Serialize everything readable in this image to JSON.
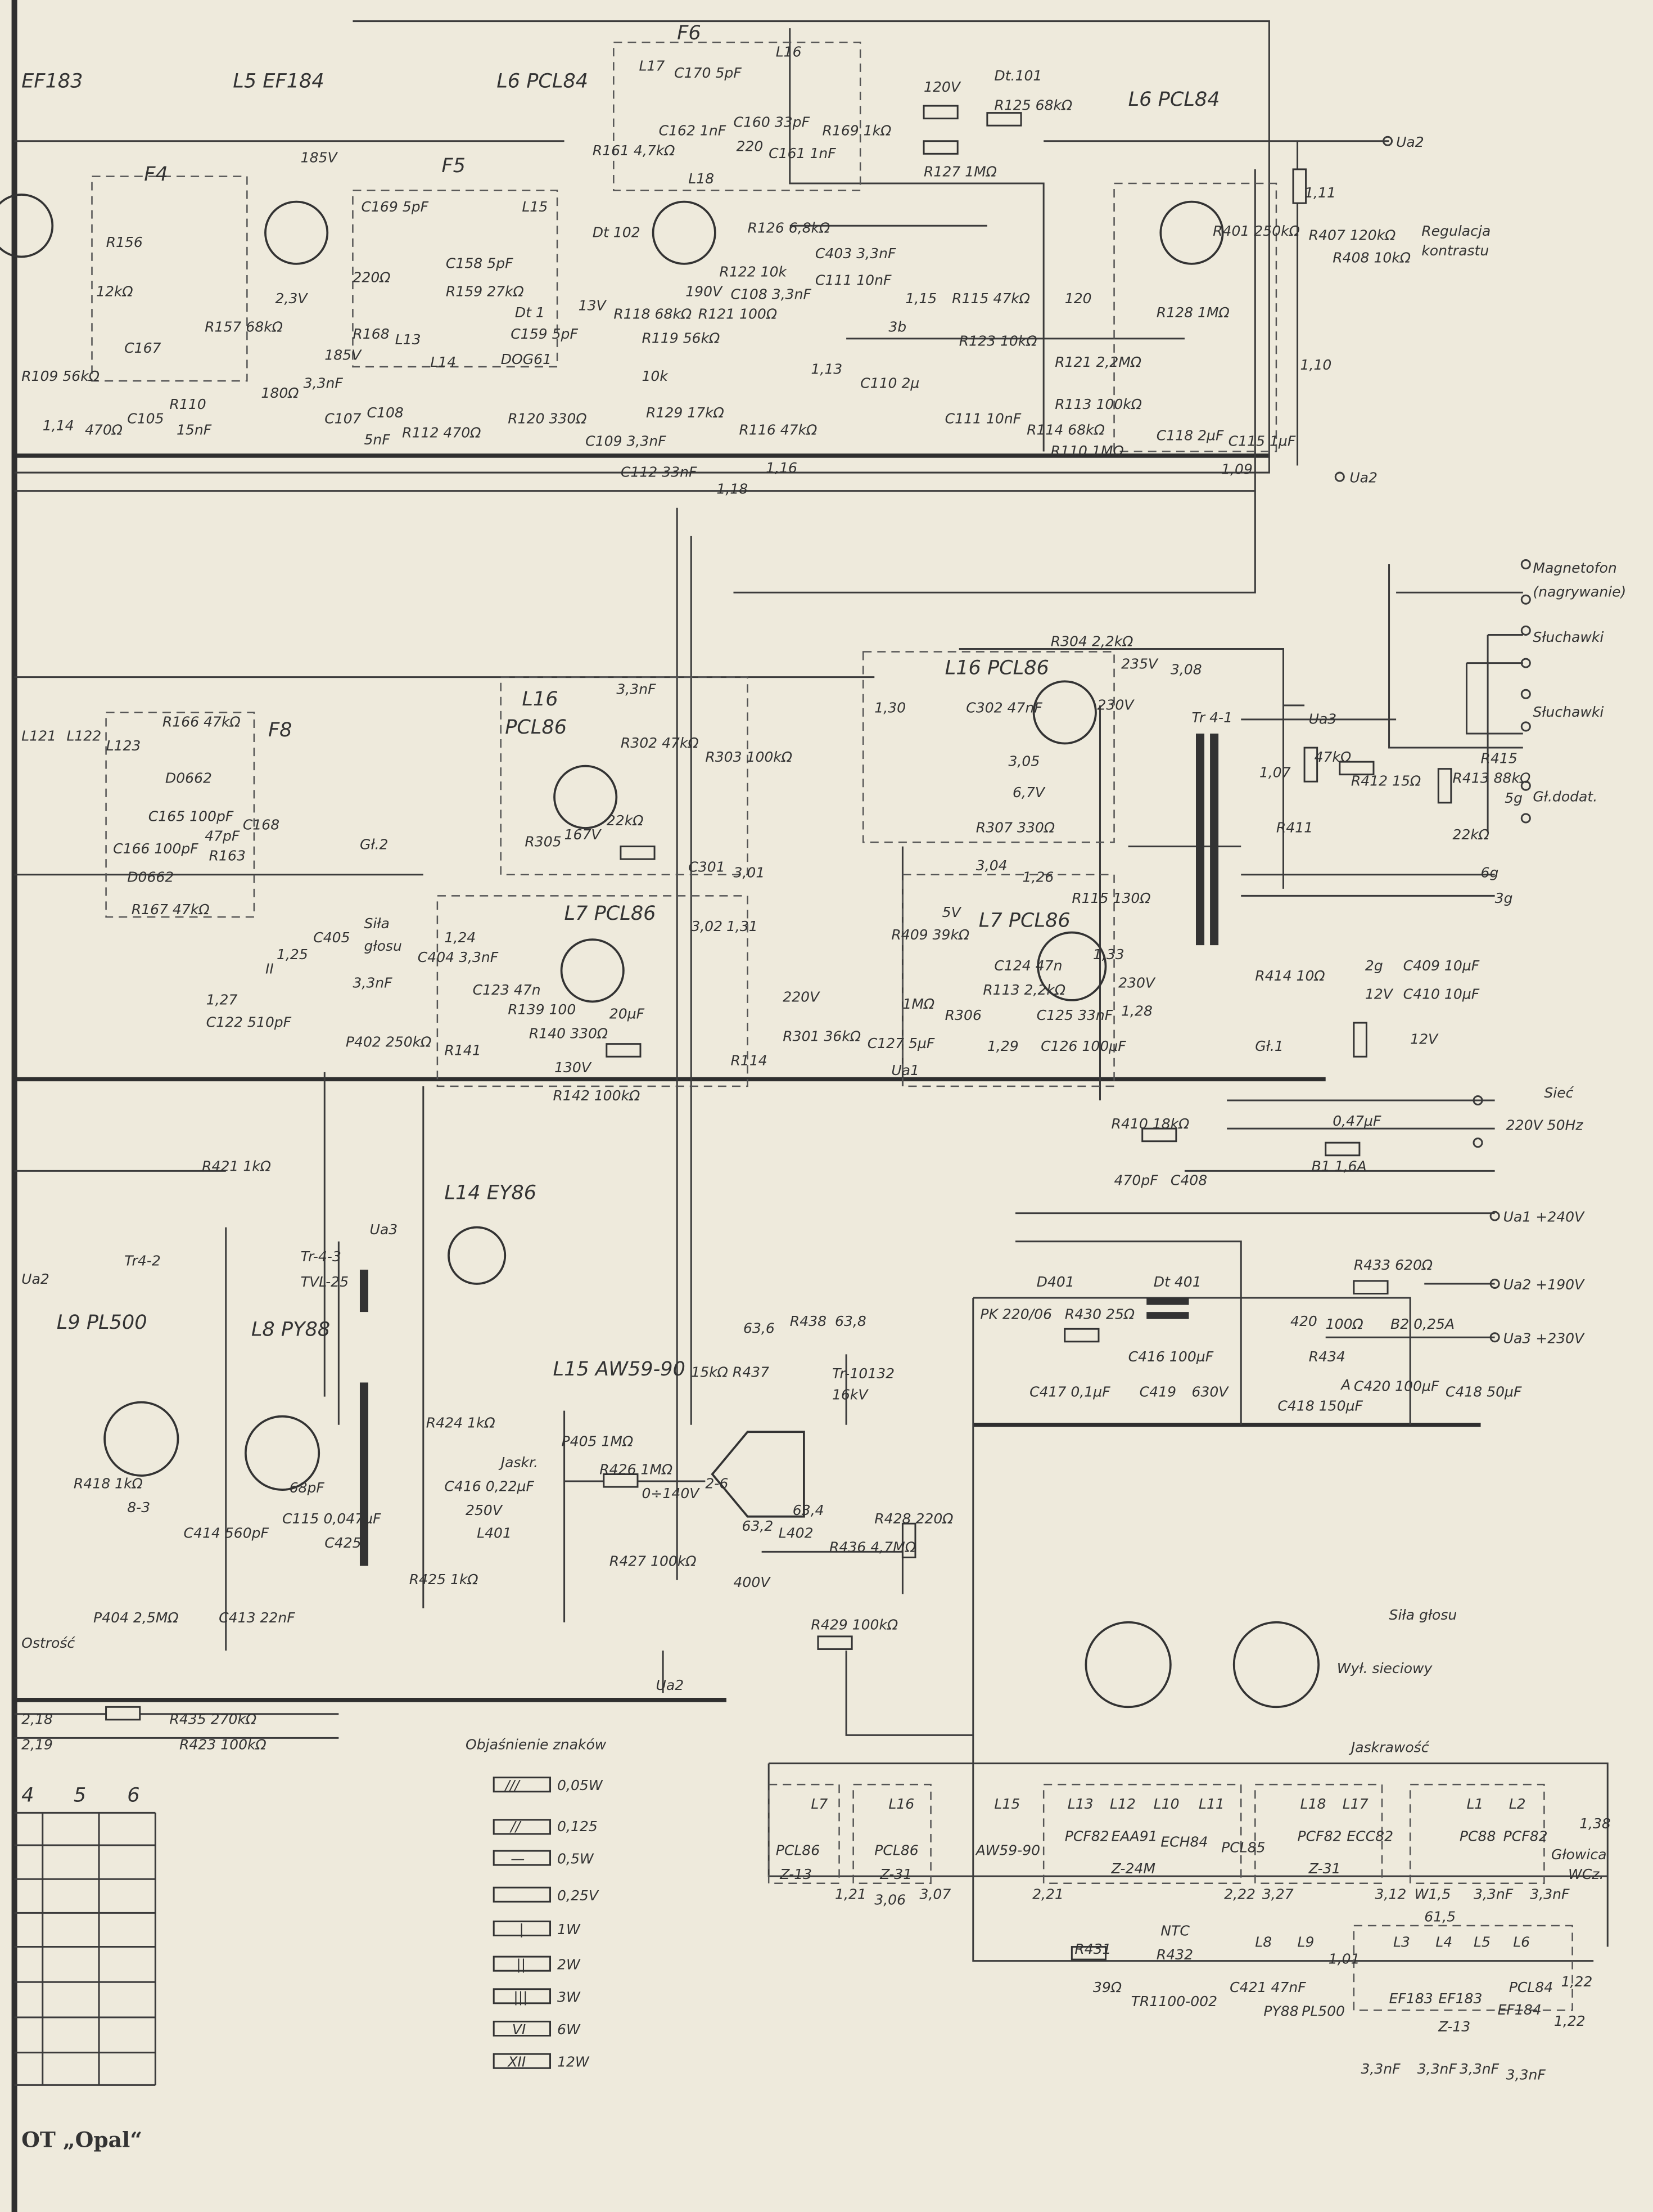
{
  "tubes": {
    "ef183_top": "EF183",
    "l5": "L5 EF184",
    "l6a": "L6 PCL84",
    "l6b": "L6 PCL84",
    "l16a": "L16 PCL86",
    "l16b_1": "L16",
    "l16b_2": "PCL86",
    "l7a": "L7 PCL86",
    "l7b": "L7 PCL86",
    "l14": "L14 EY86",
    "l9": "L9 PL500",
    "l8": "L8 PY88",
    "l15": "L15 AW59-90"
  },
  "filters": {
    "f4": "F4",
    "f5": "F5",
    "f6": "F6",
    "f8": "F8"
  },
  "transformers": {
    "tr41": "Tr 4-1",
    "tr42": "Tr4-2",
    "tr43_1": "Tr-4-3",
    "tr43_2": "TVL-25",
    "tr10132_1": "Tr-10132",
    "tr10132_2": "16kV",
    "d401": "D401",
    "dt401": "Dt 401",
    "dt101": "Dt.101",
    "dt102": "Dt 102",
    "dt1": "Dt 1"
  },
  "components": [
    "185V",
    "2,3V",
    "180Ω",
    "185V",
    "R156",
    "R157 68kΩ",
    "12kΩ",
    "C167",
    "C105",
    "15nF",
    "R110",
    "470Ω",
    "C169 5pF",
    "220Ω",
    "R168",
    "L13",
    "L14",
    "L15",
    "C158 5pF",
    "R159 27kΩ",
    "C159 5pF",
    "DOG61",
    "R112 470Ω",
    "C107",
    "C108",
    "5nF",
    "3,3nF",
    "R161 4,7kΩ",
    "L17",
    "C170 5pF",
    "L16",
    "C160 33pF",
    "220",
    "R169 1kΩ",
    "C161 1nF",
    "C162 1nF",
    "L18",
    "120V",
    "R125 68kΩ",
    "R127 1MΩ",
    "R126 6,8kΩ",
    "190V",
    "13V",
    "R118 68kΩ",
    "R119 56kΩ",
    "R121 100Ω",
    "R122 10k",
    "10k",
    "R120 330Ω",
    "C109 3,3nF",
    "C111 10nF",
    "C403 3,3nF",
    "C108 3,3nF",
    "1,15",
    "3b",
    "1,13",
    "C110 2µ",
    "R115 47kΩ",
    "R123 10kΩ",
    "C111 10nF",
    "R114 68kΩ",
    "R116 47kΩ",
    "R129 17kΩ",
    "C112 33nF",
    "1,16",
    "1,18",
    "120",
    "R128 1MΩ",
    "R121 2,2MΩ",
    "R113 100kΩ",
    "R110 1MΩ",
    "C118 2µF",
    "C115 1µF",
    "1,09",
    "1,10",
    "1,11",
    "R407 120kΩ",
    "R408 10kΩ",
    "R401 250kΩ",
    "1,14",
    "R109 56kΩ",
    "3,3nF",
    "R302 47kΩ",
    "167V",
    "22kΩ",
    "R305",
    "R303 100kΩ",
    "C301",
    "3,01",
    "3,02",
    "1,31",
    "1,30",
    "C302 47nF",
    "R304 2,2kΩ",
    "235V",
    "3,08",
    "230V",
    "3,05",
    "6,7V",
    "R307 330Ω",
    "3,04",
    "1,26",
    "R115 130Ω",
    "5V",
    "C124 47n",
    "R113 2,2kΩ",
    "1,33",
    "230V",
    "1,28",
    "1,29",
    "C126 100µF",
    "C125 33nF",
    "220V",
    "R301 36kΩ",
    "C127 5µF",
    "R409 39kΩ",
    "1MΩ",
    "R306",
    "R114",
    "1,07",
    "47kΩ",
    "R411",
    "R412 15Ω",
    "R413 88kΩ",
    "22kΩ",
    "R415",
    "5g",
    "6g",
    "3g",
    "2g",
    "C409 10µF",
    "12V",
    "C410 10µF",
    "12V",
    "R414 10Ω",
    "Gł.1",
    "Gł.2",
    "C405",
    "3,3nF",
    "P402 250kΩ",
    "C404 3,3nF",
    "1,24",
    "C123 47n",
    "R141",
    "R139 100",
    "R140 330Ω",
    "20µF",
    "130V",
    "R142 100kΩ",
    "1,25",
    "1,27",
    "C122 510pF",
    "II",
    "R166 47kΩ",
    "D0662",
    "C165 100pF",
    "C168",
    "47pF",
    "R163",
    "C166 100pF",
    "D0662",
    "R167 47kΩ",
    "L121",
    "L122",
    "L123",
    "R410 18kΩ",
    "470pF",
    "C408",
    "0,47µF",
    "B1 1,6A",
    "R421 1kΩ",
    "R418 1kΩ",
    "R424 1kΩ",
    "C416 0,22µF",
    "250V",
    "L401",
    "R425 1kΩ",
    "68pF",
    "C115 0,047µF",
    "C425",
    "C414 560pF",
    "C413 22nF",
    "P404 2,5MΩ",
    "R435 270kΩ",
    "R423 100kΩ",
    "2,18",
    "2,19",
    "P405 1MΩ",
    "R426 1MΩ",
    "0÷140V",
    "R427 100kΩ",
    "400V",
    "2-6",
    "63,6",
    "15kΩ R437",
    "R438",
    "63,8",
    "63,2",
    "L402",
    "63,4",
    "R436 4,7MΩ",
    "R428 220Ω",
    "R429 100kΩ",
    "PK 220/06",
    "R430 25Ω",
    "C416 100µF",
    "C419",
    "630V",
    "C417 0,1µF",
    "C418 150µF",
    "420",
    "R433 620Ω",
    "100Ω",
    "R434",
    "B2 0,25A",
    "C420 100µF",
    "C418 50µF",
    "A"
  ],
  "connectors": {
    "ua2_top": "Ua2",
    "regulacja_1": "Regulacja",
    "regulacja_2": "kontrastu",
    "ua2_mid": "Ua2",
    "magnetofon_1": "Magnetofon",
    "magnetofon_2": "(nagrywanie)",
    "sluchawki_1": "Słuchawki",
    "sluchawki_2": "Słuchawki",
    "gl_dodat": "Gł.dodat.",
    "ua3": "Ua3",
    "siec_1": "Sieć",
    "siec_2": "220V 50Hz",
    "ua1_240": "Ua1 +240V",
    "ua2_190": "Ua2 +190V",
    "ua3_230": "Ua3 +230V",
    "ua1": "Ua1",
    "ua3_left": "Ua3",
    "ua2_bottom": "Ua2",
    "sila_glosu_1": "Siła",
    "sila_glosu_2": "głosu",
    "sila_glosu": "Siła głosu",
    "wyl_sieciowy": "Wył. sieciowy",
    "jaskrawosc": "Jaskrawość",
    "jaskr": "Jaskr.",
    "ostrosc": "Ostrość",
    "u_label": "Ua2",
    "n_8_3": "8-3"
  },
  "heater_chain": {
    "l7": [
      "L7",
      "PCL86",
      "Z-13",
      "1,21"
    ],
    "l16": [
      "L16",
      "PCL86",
      "Z-31",
      "3,06",
      "3,07"
    ],
    "l15": [
      "L15",
      "AW59-90",
      "2,21"
    ],
    "l13": [
      "L13",
      "PCF82"
    ],
    "l12": [
      "L12",
      "EAA91"
    ],
    "l10": [
      "L10",
      "ECH84",
      "Z-24M"
    ],
    "l11": [
      "L11",
      "PCL85",
      "2,22"
    ],
    "l18": [
      "L18",
      "PCF82",
      "3,27"
    ],
    "l17": [
      "L17",
      "ECC82",
      "Z-31",
      "3,12"
    ],
    "l1": [
      "L1",
      "PC88",
      "W1,5",
      "3,3nF"
    ],
    "l2": [
      "L2",
      "PCF82",
      "3,3nF"
    ],
    "glowica": [
      "Głowica",
      "WCz.",
      "1,38"
    ],
    "r431": [
      "R431",
      "39Ω"
    ],
    "ntc": [
      "NTC",
      "R432",
      "TR1100-002"
    ],
    "c421": "C421 47nF",
    "l8": [
      "L8",
      "PY88"
    ],
    "l9": [
      "L9",
      "PL500"
    ],
    "l3": [
      "L3",
      "EF183"
    ],
    "l4": [
      "L4",
      "EF183"
    ],
    "l5": [
      "L5",
      "EF184",
      "Z-13"
    ],
    "l6": [
      "L6",
      "PCL84"
    ],
    "misc": [
      "1,01",
      "61,5",
      "1,22",
      "1,22",
      "3,3nF",
      "3,3nF",
      "3,3nF",
      "3,3nF"
    ]
  },
  "legend": {
    "title": "Objaśnienie znaków",
    "items": [
      "0,05W",
      "0,125",
      "0,5W",
      "0,25V",
      "1W",
      "2W",
      "3W",
      "6W",
      "12W"
    ],
    "marks": [
      "///",
      "//",
      "—",
      "",
      "|",
      "||",
      "|||",
      "VI",
      "XII"
    ]
  },
  "table": {
    "headers": [
      "4",
      "5",
      "6"
    ]
  },
  "footer": {
    "title": "OT „Opal“"
  }
}
